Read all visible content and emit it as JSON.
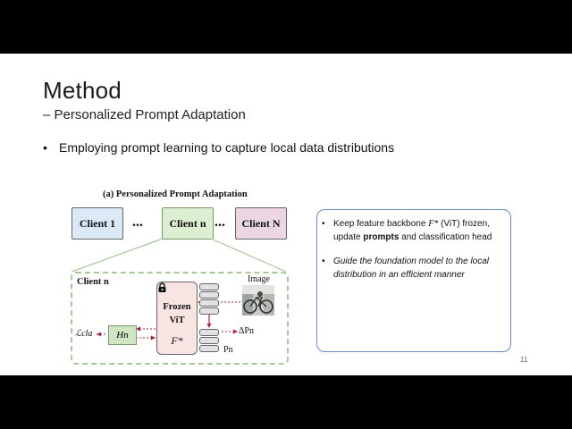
{
  "slide": {
    "title": "Method",
    "subtitle": "– Personalized Prompt Adaptation",
    "bullet": "Employing prompt learning to capture local data distributions",
    "page_number": "11"
  },
  "diagram": {
    "title": "(a) Personalized Prompt Adaptation",
    "clients": [
      "Client 1",
      "Client n",
      "Client N"
    ],
    "ellipsis": "...",
    "panel_label": "Client n",
    "frozen_line1": "Frozen",
    "frozen_line2": "ViT",
    "frozen_symbol": "F*",
    "head_symbol": "Hn",
    "loss_symbol": "ℒcla",
    "image_label": "Image",
    "delta_prompt": "ΔPn",
    "prompt_symbol": "Pn",
    "icons": [
      "lock-icon",
      "bicycle-image"
    ]
  },
  "note": {
    "item1_a": "Keep feature backbone ",
    "item1_sym": "F*",
    "item1_b": " (ViT) frozen, update ",
    "item1_bold": "prompts",
    "item1_c": " and classification head",
    "item2": "Guide the foundation model to the local distribution in an efficient manner"
  },
  "colors": {
    "client1": "#dbe8f6",
    "clientn": "#dcefd2",
    "clientN": "#ecd6e4",
    "frozen": "#f7e4e3",
    "panel_border": "#a9c89a",
    "note_border": "#6c8cc8",
    "arrow": "#b0213a"
  }
}
